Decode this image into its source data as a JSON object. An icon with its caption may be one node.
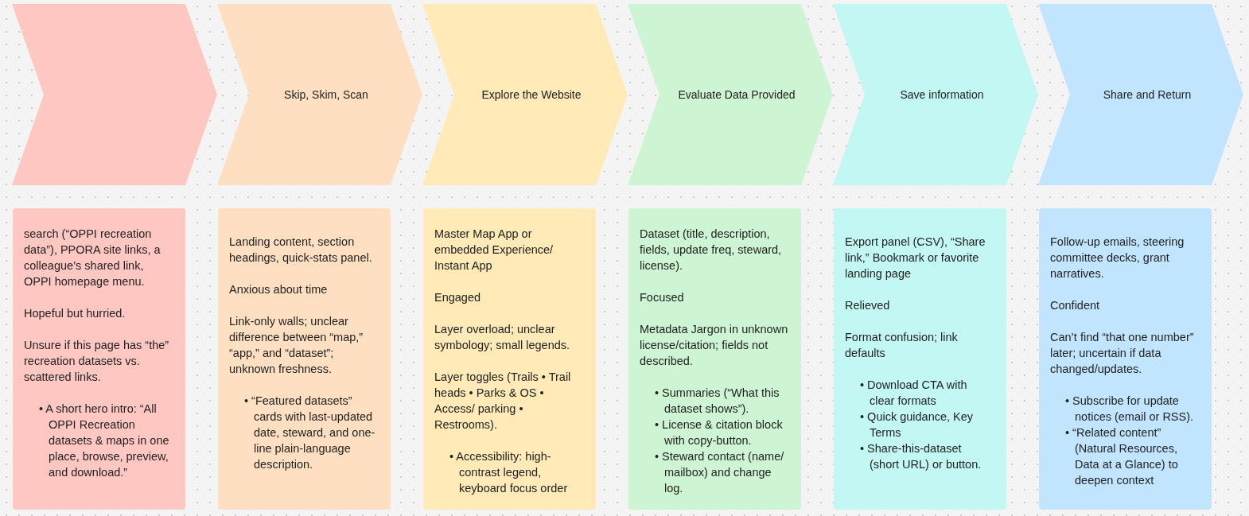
{
  "diagram": {
    "nodes": [
      {
        "text": [],
        "shape": "chevron"
      },
      {
        "text": [
          "Skip, Skim, Scan"
        ]
      },
      {
        "text": [
          "Explore the Website"
        ]
      },
      {
        "text": [
          "Evaluate Data Provided"
        ]
      },
      {
        "text": [
          "Save information"
        ]
      },
      {
        "text": [
          "Share and Return"
        ]
      },
      {
        "text": [
          "search (“OPPI recreation data”), PPORA site links, a colleague’s shared link, OPPI homepage menu.",
          "Hopeful but hurried.",
          "Unsure if this page has “the” recreation datasets vs. scattered links.",
          "• A short hero intro: “All OPPI Recreation datasets & maps in one place, browse, preview, and download.”"
        ]
      },
      {
        "text": [
          "Landing content, section headings, quick-stats panel.",
          "Anxious about time",
          "Link-only walls; unclear difference between “map,” “app,” and “dataset”; unknown freshness.",
          "• “Featured datasets” cards with last-updated date, steward, and one-line plain-language description."
        ]
      },
      {
        "text": [
          "Master Map App or embedded Experience/ Instant App",
          "Engaged",
          "Layer overload; unclear symbology; small legends.",
          "Layer toggles (Trails • Trail heads • Parks & OS • Access/ parking • Restrooms).",
          "• Accessibility: high-contrast legend, keyboard focus order"
        ]
      },
      {
        "text": [
          "Dataset (title, description, fields, update freq, steward, license).",
          "Focused",
          "Metadata Jargon in  unknown license/citation; fields not described.",
          "• Summaries (“What this dataset shows”).",
          "• License & citation block with copy-button.",
          "• Steward contact (name/ mailbox) and change log."
        ]
      },
      {
        "text": [
          "Export panel (CSV), “Share link,” Bookmark or favorite landing page",
          "Relieved",
          "Format confusion; link defaults",
          "• Download CTA with clear formats",
          "• Quick guidance, Key Terms",
          "• Share-this-dataset (short URL) or button."
        ]
      },
      {
        "text": [
          "Follow-up emails, steering committee decks, grant narratives.",
          "Confident",
          "Can’t find “that one number” later; uncertain if data changed/updates.",
          "• Subscribe for update notices (email or RSS).",
          "• “Related content” (Natural Resources, Data at a Glance) to deepen context"
        ]
      }
    ]
  }
}
